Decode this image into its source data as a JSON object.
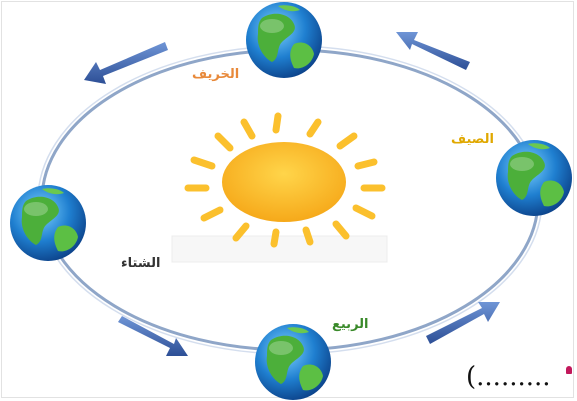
{
  "seasons": {
    "autumn": "الخريف",
    "summer": "الصيف",
    "winter": "الشتاء",
    "spring": "الربيع"
  },
  "answer_blank": "(.........",
  "colors": {
    "orbit": "#8fa6c8",
    "arrow": "#3a5fa8",
    "sun": "#fbc02d",
    "autumn": "#e8893a",
    "summer": "#f2c037",
    "winter": "#333333",
    "spring": "#3a8a2a"
  },
  "icons": [
    "sun-icon",
    "earth-icon",
    "arrow-icon"
  ]
}
